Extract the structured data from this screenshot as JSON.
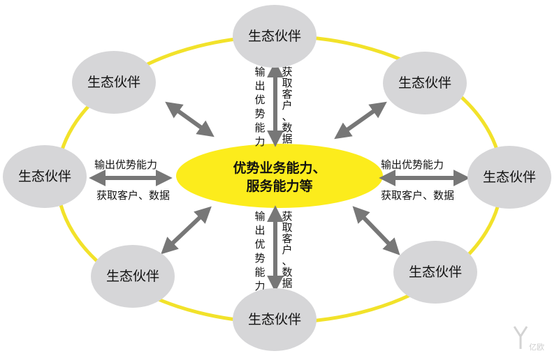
{
  "colors": {
    "ring": "#f2e22a",
    "center_fill": "#fcec1c",
    "node_fill": "#d6d6d8",
    "arrow": "#777777",
    "text": "#111111"
  },
  "center": {
    "line1": "优势业务能力、",
    "line2": "服务能力等"
  },
  "nodes": {
    "top": "生态伙伴",
    "top_left": "生态伙伴",
    "top_right": "生态伙伴",
    "left": "生态伙伴",
    "right": "生态伙伴",
    "bottom_left": "生态伙伴",
    "bottom_right": "生态伙伴",
    "bottom": "生态伙伴"
  },
  "flows": {
    "output": "输出优势能力",
    "acquire": "获取客户、数据"
  },
  "watermark": {
    "icon": "logo-y-icon",
    "text": "亿欧"
  }
}
